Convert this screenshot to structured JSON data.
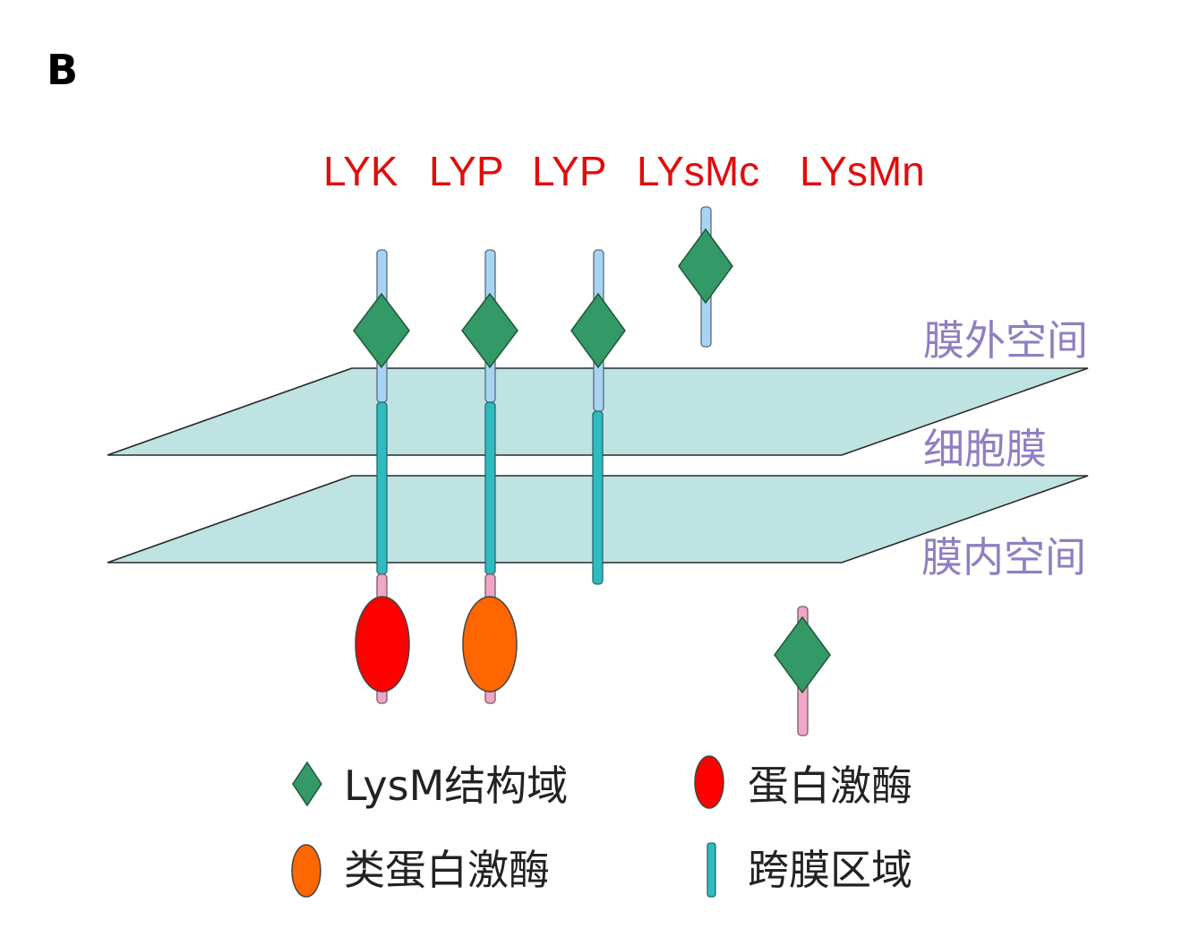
{
  "panel_label": "B",
  "protein_types": {
    "lyk": "LYK",
    "lyp1": "LYP",
    "lyp2": "LYP",
    "lysmc": "LYsMc",
    "lysmn": "LYsMn"
  },
  "regions": {
    "extracellular": "膜外空间",
    "membrane": "细胞膜",
    "intracellular": "膜内空间"
  },
  "legend": {
    "lysm_domain": "LysM结构域",
    "kinase": "蛋白激酶",
    "kinase_like": "类蛋白激酶",
    "transmembrane": "跨膜区域"
  },
  "colors": {
    "title_red": "#e00d0d",
    "region_purple": "#8f7fc0",
    "membrane_fill": "#bfe2e3",
    "lysm_green": "#339966",
    "kinase_red": "#ff0000",
    "kinase_like_orange": "#ff6600",
    "transmembrane_teal": "#2fbbbf",
    "extracellular_segment_blue": "#a8d4f4",
    "intracellular_segment_pink": "#f0a6c6"
  }
}
